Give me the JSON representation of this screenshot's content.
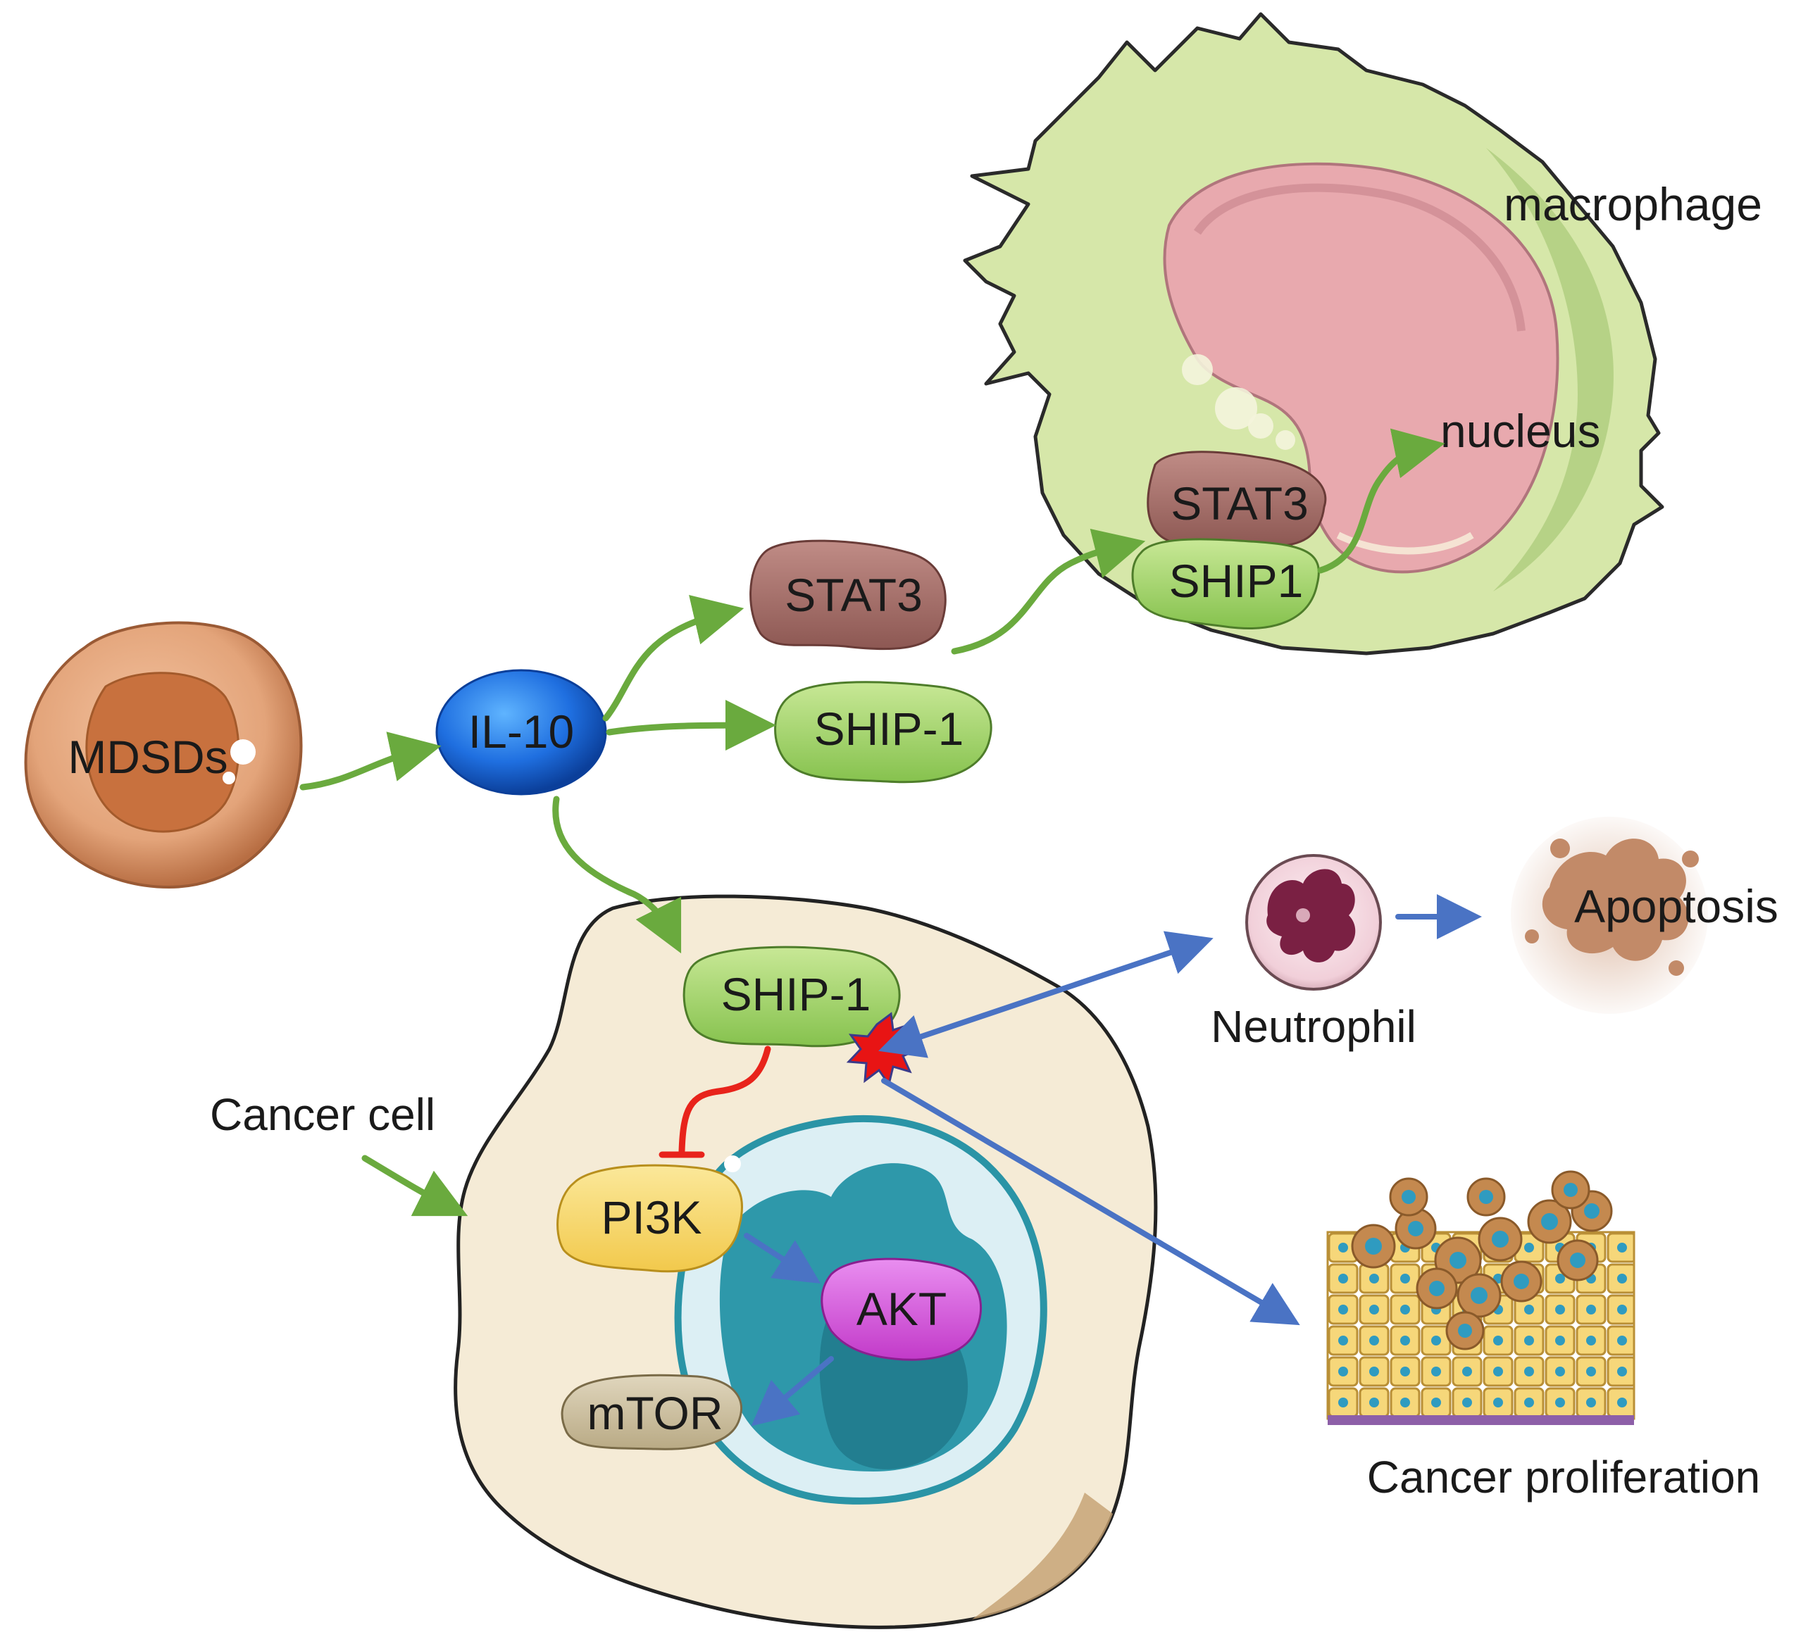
{
  "labels": {
    "macrophage": "macrophage",
    "nucleus": "nucleus",
    "cancer_cell": "Cancer cell",
    "neutrophil": "Neutrophil",
    "apoptosis": "Apoptosis",
    "cancer_proliferation": "Cancer proliferation"
  },
  "molecules": {
    "mdsds": "MDSDs",
    "il10": "IL-10",
    "stat3": "STAT3",
    "ship1": "SHIP-1",
    "macro_stat3": "STAT3",
    "macro_ship1": "SHIP1",
    "cancer_ship1": "SHIP-1",
    "pi3k": "PI3K",
    "akt": "AKT",
    "mtor": "mTOR"
  },
  "colors": {
    "activation_arrow": "#6aaa3e",
    "inhibition_arrow": "#e8231b",
    "signal_arrow": "#4a73c4",
    "ship_green": "#a6d46b",
    "stat_brown": "#a8706a",
    "il10_blue": "#1f6fe0",
    "pi3k_yellow": "#f7d767",
    "akt_magenta": "#d54bdc",
    "mtor_tan": "#cdbf9e",
    "macrophage_green": "#d3e4a5",
    "nucleus_pink": "#e9aeb2",
    "cancer_cell_fill": "#f5ebd5",
    "cancer_nucleus_teal": "#2a94a6",
    "mdsc_orange": "#d98c5f"
  }
}
